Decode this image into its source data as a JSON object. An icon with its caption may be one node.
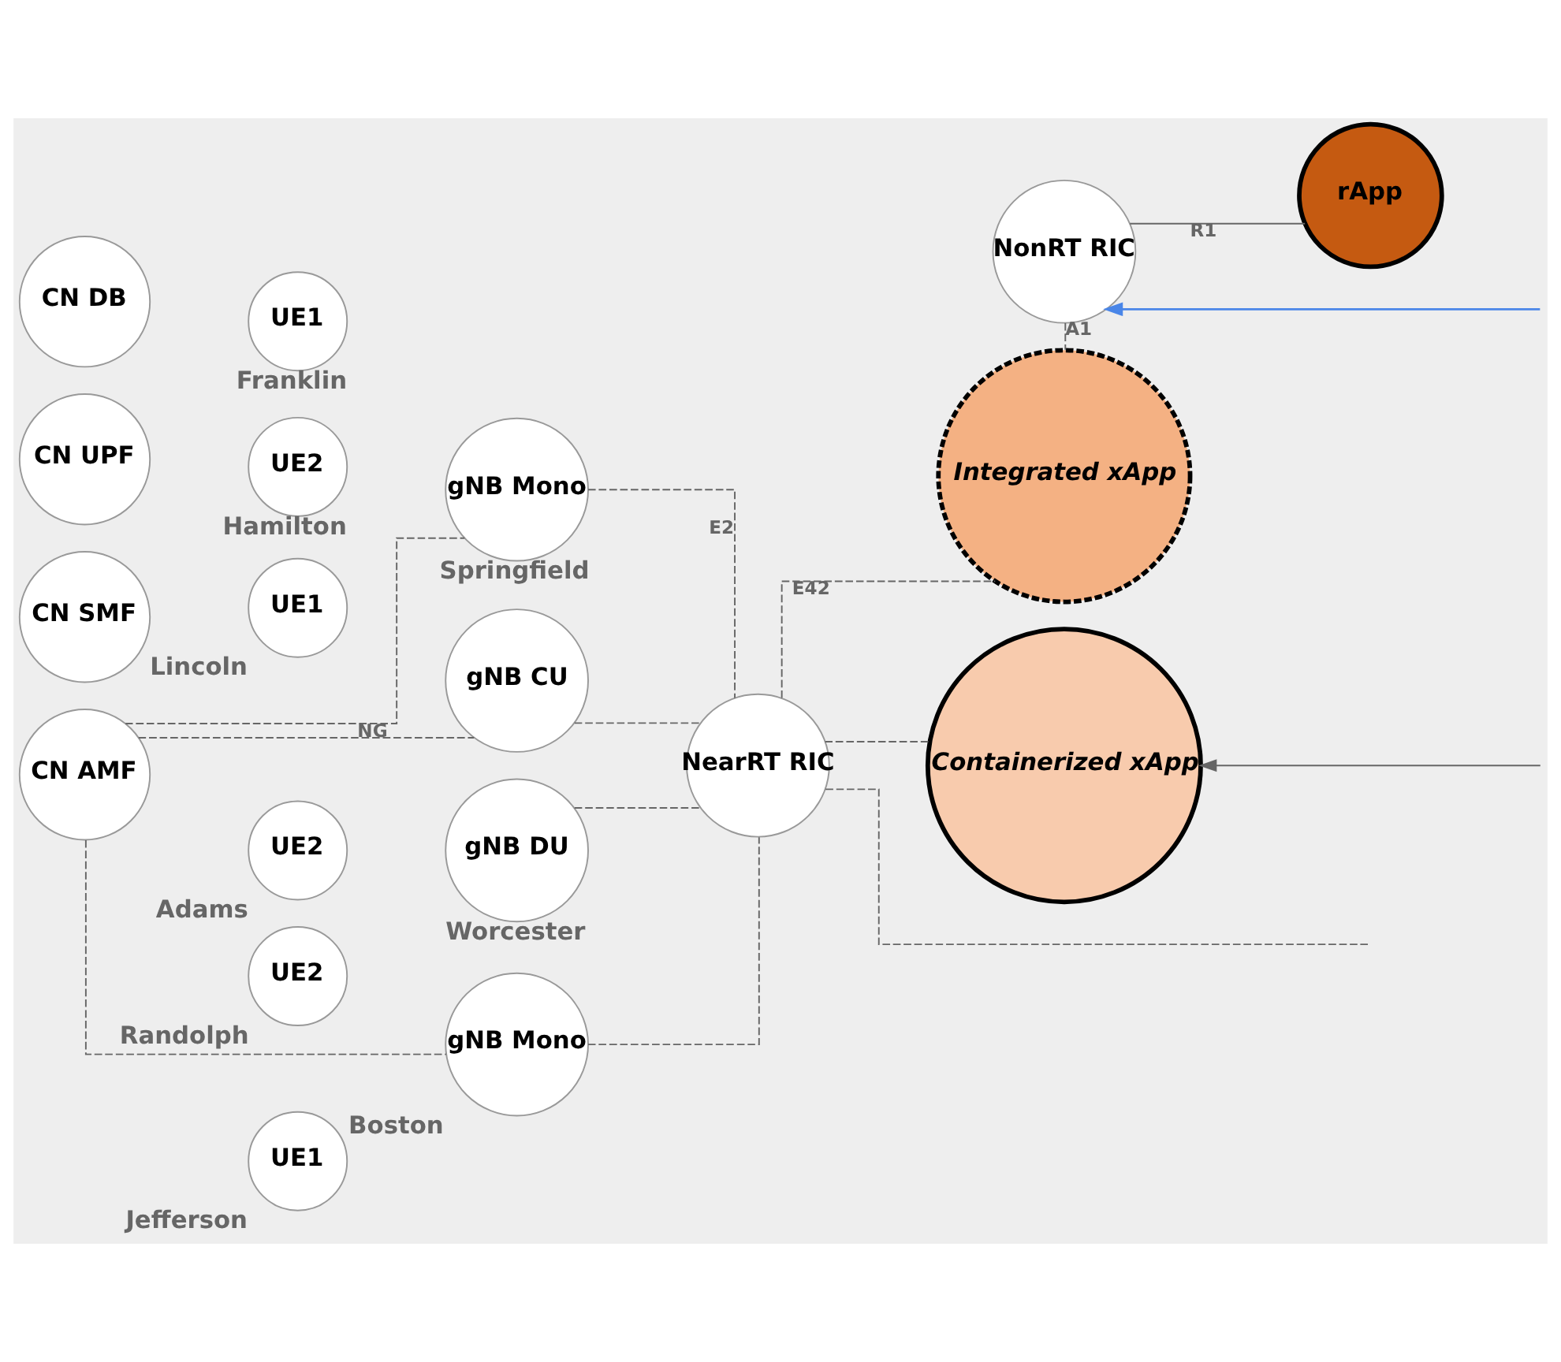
{
  "diagram": {
    "nodes": [
      {
        "text": [
          "CN DB"
        ]
      },
      {
        "text": [
          "CN UPF"
        ]
      },
      {
        "text": [
          "CN AMF"
        ]
      },
      {
        "text": [
          "CN SMF"
        ]
      },
      {
        "text": [
          "rApp"
        ]
      },
      {
        "text": [
          "NonRT RIC"
        ]
      },
      {
        "text": [
          "UE1"
        ],
        "beside": [
          "Franklin"
        ]
      },
      {
        "text": [
          "gNB Mono"
        ],
        "beside": [
          "Springfield"
        ]
      },
      {
        "text": [
          "UE2"
        ],
        "beside": [
          "Hamilton"
        ]
      },
      {
        "text": [
          "NearRT RIC"
        ]
      },
      {
        "text": [
          "Integrated xApp"
        ]
      },
      {
        "text": [
          "UE1"
        ],
        "beside": [
          "Lincoln"
        ]
      },
      {
        "text": [
          "gNB CU"
        ]
      },
      {
        "text": [
          "UE2"
        ],
        "beside": [
          "Adams"
        ]
      },
      {
        "text": [
          "gNB DU"
        ],
        "beside": [
          "Worcester"
        ]
      },
      {
        "text": [
          "Containerized xApp"
        ]
      },
      {
        "text": [
          "UE1"
        ],
        "beside": [
          "Jefferson"
        ]
      },
      {
        "text": [
          "gNB Mono"
        ],
        "beside": [
          "Boston"
        ]
      },
      {
        "text": [
          "UE2"
        ],
        "beside": [
          "Randolph"
        ]
      }
    ],
    "edges": [
      {
        "from": 5,
        "to": 4,
        "arrow": "none",
        "label": "R1"
      },
      {
        "from": 5,
        "to": 10,
        "arrow": "none",
        "label": "A1",
        "style": "dashed"
      },
      {
        "from": 2,
        "to": 7,
        "arrow": "none",
        "label": "NG",
        "style": "dashed"
      },
      {
        "from": 2,
        "to": 12,
        "arrow": "none",
        "style": "dashed"
      },
      {
        "from": 2,
        "to": 17,
        "arrow": "none",
        "style": "dashed"
      },
      {
        "from": 7,
        "to": 9,
        "arrow": "none",
        "label": "E2",
        "style": "dashed"
      },
      {
        "from": 12,
        "to": 9,
        "arrow": "none",
        "style": "dashed"
      },
      {
        "from": 14,
        "to": 9,
        "arrow": "none",
        "style": "dashed"
      },
      {
        "from": 17,
        "to": 9,
        "arrow": "none",
        "style": "dashed"
      },
      {
        "from": 9,
        "to": 10,
        "arrow": "none",
        "label": "E42",
        "style": "dashed"
      },
      {
        "from": 9,
        "to": 15,
        "arrow": "none",
        "style": "dashed"
      },
      {
        "from": 9,
        "to": null,
        "arrow": "none",
        "style": "dashed"
      },
      {
        "from": null,
        "to": 5,
        "arrow": "to",
        "color": "#4a86e8"
      },
      {
        "from": null,
        "to": 15,
        "arrow": "to"
      }
    ]
  }
}
